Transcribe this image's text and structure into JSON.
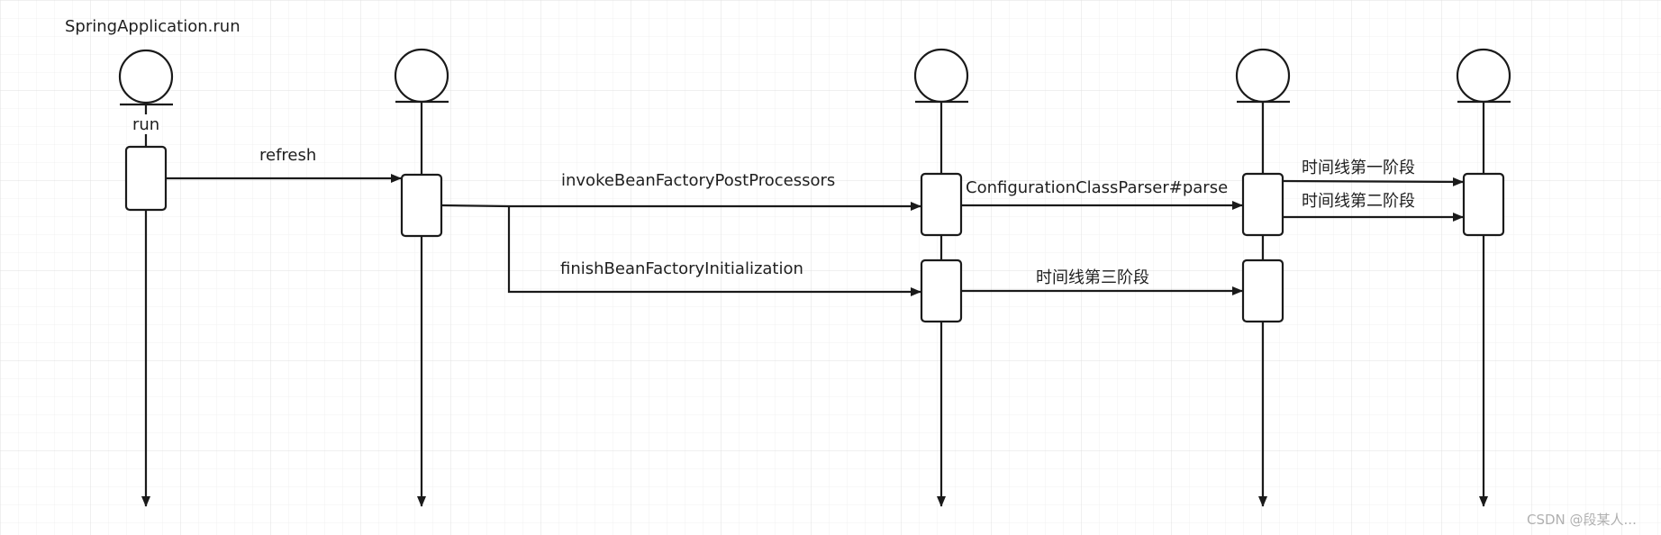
{
  "diagram": {
    "title": "SpringApplication.run",
    "call_labels": {
      "run": "run",
      "refresh": "refresh",
      "invoke": "invokeBeanFactoryPostProcessors",
      "finish": "finishBeanFactoryInitialization",
      "parse": "ConfigurationClassParser#parse",
      "phase1": "时间线第一阶段",
      "phase2": "时间线第二阶段",
      "phase3": "时间线第三阶段"
    },
    "watermark": "CSDN @段某人..."
  },
  "colors": {
    "line": "#1a1a1a",
    "grid_fine": "#f0f0f0",
    "grid_major": "#e0e0e0",
    "watermark": "#b0b0b0"
  }
}
